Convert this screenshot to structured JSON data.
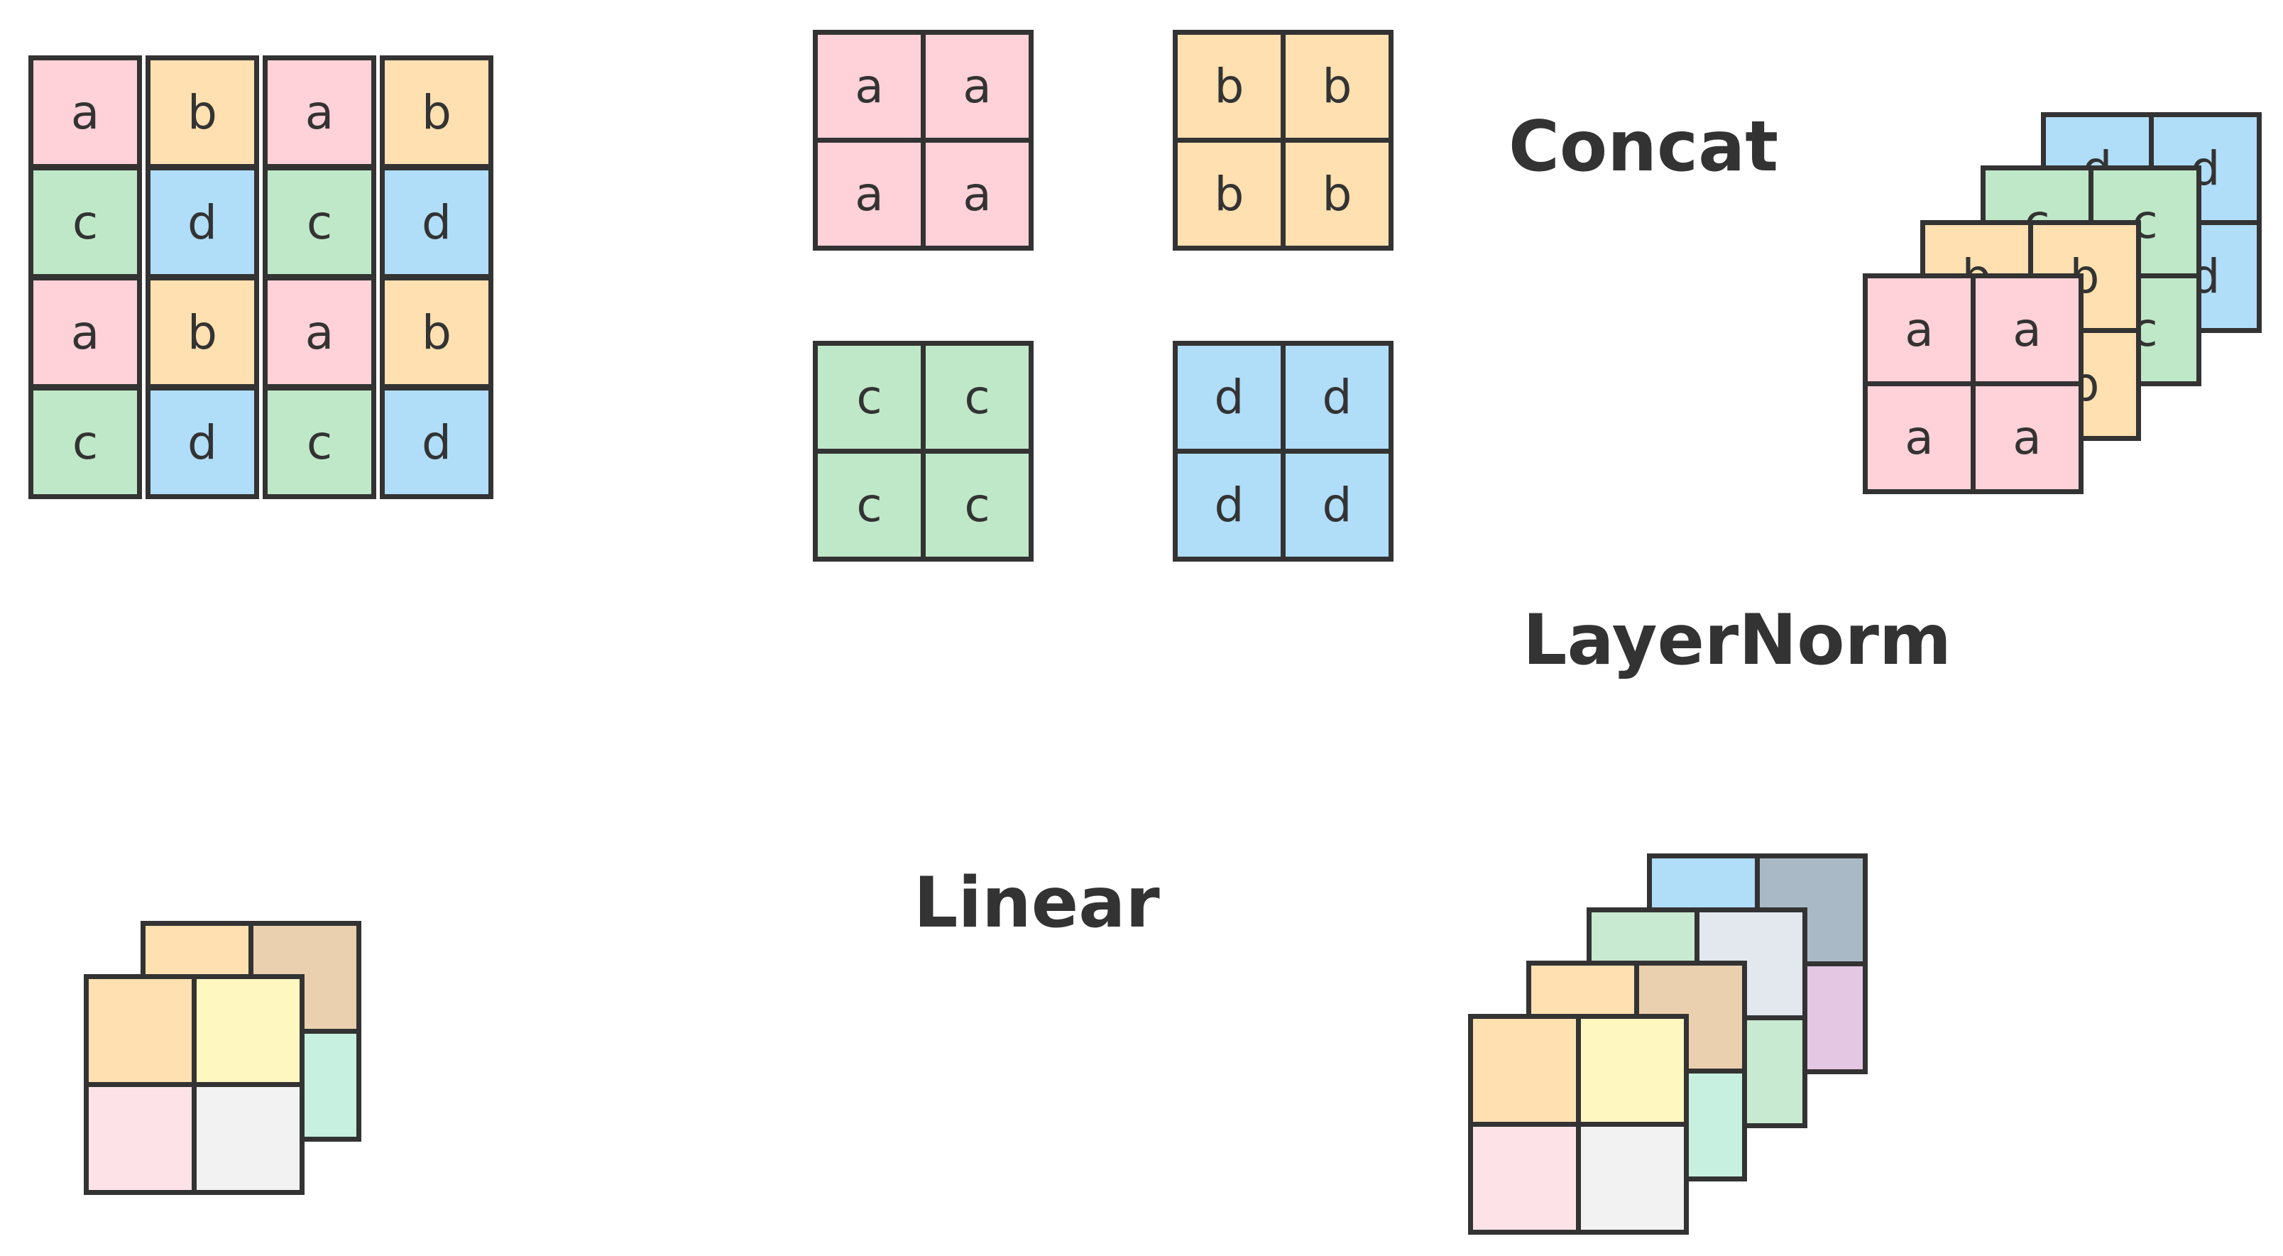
{
  "labels": {
    "concat": "Concat",
    "layernorm": "LayerNorm",
    "linear": "Linear"
  },
  "colors": {
    "a": "#ffd1d8",
    "b": "#ffe0b0",
    "c": "#bfe8c8",
    "d": "#b0ddf8",
    "orange": "#ffe0b0",
    "tan": "#ebd0b0",
    "yellow": "#fff7c0",
    "pink_light": "#fde3e8",
    "gray_light": "#f2f2f2",
    "mint": "#c8f0e0",
    "green_light": "#c8ead0",
    "slate_light": "#e2e8ee",
    "blue": "#b0ddf8",
    "slate": "#a9bac6",
    "lavender": "#e3c7e3"
  },
  "input_grid": {
    "rows": [
      [
        "a",
        "b",
        "a",
        "b"
      ],
      [
        "c",
        "d",
        "c",
        "d"
      ],
      [
        "a",
        "b",
        "a",
        "b"
      ],
      [
        "c",
        "d",
        "c",
        "d"
      ]
    ]
  },
  "split_grids": [
    {
      "key": "a",
      "cells": [
        "a",
        "a",
        "a",
        "a"
      ]
    },
    {
      "key": "b",
      "cells": [
        "b",
        "b",
        "b",
        "b"
      ]
    },
    {
      "key": "c",
      "cells": [
        "c",
        "c",
        "c",
        "c"
      ]
    },
    {
      "key": "d",
      "cells": [
        "d",
        "d",
        "d",
        "d"
      ]
    }
  ],
  "concat_stack": [
    {
      "key": "d",
      "cells": [
        "d",
        "d",
        "d",
        "d"
      ]
    },
    {
      "key": "c",
      "cells": [
        "c",
        "c",
        "c",
        "c"
      ]
    },
    {
      "key": "b",
      "cells": [
        "b",
        "b",
        "b",
        "b"
      ]
    },
    {
      "key": "a",
      "cells": [
        "a",
        "a",
        "a",
        "a"
      ]
    }
  ],
  "linear_stack": [
    {
      "cells": [
        "orange",
        "tan",
        "",
        "mint"
      ]
    },
    {
      "cells": [
        "orange",
        "yellow",
        "pink_light",
        "gray_light"
      ]
    }
  ],
  "layernorm_stack": [
    {
      "cells": [
        "blue",
        "slate",
        "",
        "lavender"
      ]
    },
    {
      "cells": [
        "green_light",
        "slate_light",
        "",
        "green_light"
      ]
    },
    {
      "cells": [
        "orange",
        "tan",
        "",
        "mint"
      ]
    },
    {
      "cells": [
        "orange",
        "yellow",
        "pink_light",
        "gray_light"
      ]
    }
  ]
}
